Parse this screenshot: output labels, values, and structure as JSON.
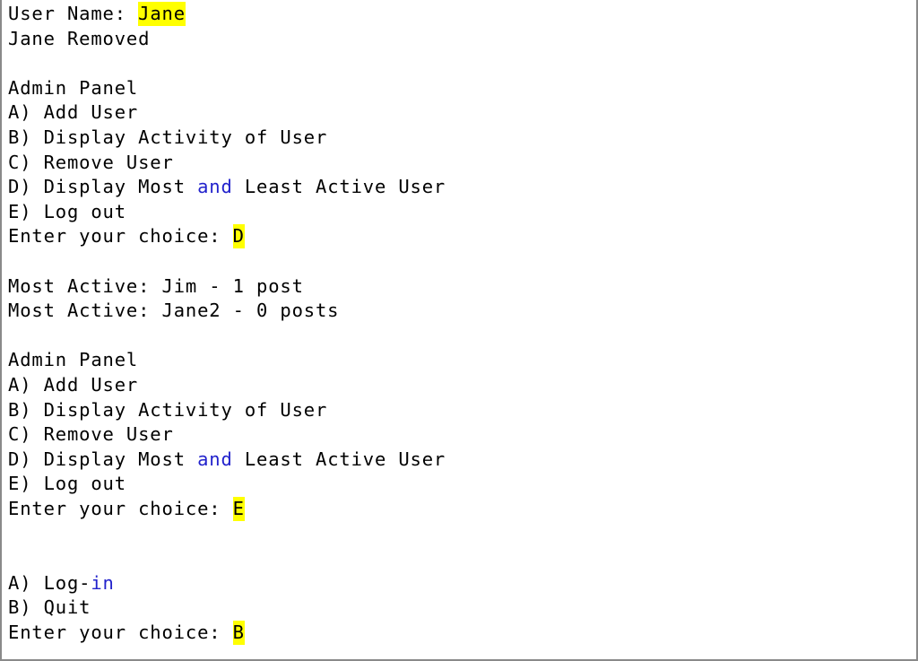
{
  "app": {
    "type": "console-output",
    "colors": {
      "background": "#ffffff",
      "text": "#000000",
      "keyword_blue": "#2222cc",
      "highlight_yellow": "#ffff00",
      "border_gray": "#8a8a8a"
    }
  },
  "console": {
    "lines": [
      {
        "id": "line-username-prompt",
        "name": "username-prompt-line",
        "segments": [
          {
            "kind": "plain",
            "text": "User Name: "
          },
          {
            "kind": "highlight",
            "text": "Jane"
          }
        ]
      },
      {
        "id": "line-jane-removed",
        "name": "removal-confirmation-line",
        "segments": [
          {
            "kind": "plain",
            "text": "Jane Removed"
          }
        ]
      },
      {
        "id": "line-blank-1",
        "name": "blank-line",
        "segments": [
          {
            "kind": "plain",
            "text": ""
          }
        ]
      },
      {
        "id": "line-admin-panel-1",
        "name": "admin-panel-heading-1",
        "segments": [
          {
            "kind": "plain",
            "text": "Admin Panel"
          }
        ]
      },
      {
        "id": "line-menu1-a",
        "name": "menu-option-a-add-user-1",
        "segments": [
          {
            "kind": "plain",
            "text": "A) Add User"
          }
        ]
      },
      {
        "id": "line-menu1-b",
        "name": "menu-option-b-display-activity-1",
        "segments": [
          {
            "kind": "plain",
            "text": "B) Display Activity of User"
          }
        ]
      },
      {
        "id": "line-menu1-c",
        "name": "menu-option-c-remove-user-1",
        "segments": [
          {
            "kind": "plain",
            "text": "C) Remove User"
          }
        ]
      },
      {
        "id": "line-menu1-d",
        "name": "menu-option-d-most-least-active-1",
        "segments": [
          {
            "kind": "plain",
            "text": "D) Display Most "
          },
          {
            "kind": "keyword",
            "text": "and"
          },
          {
            "kind": "plain",
            "text": " Least Active User"
          }
        ]
      },
      {
        "id": "line-menu1-e",
        "name": "menu-option-e-log-out-1",
        "segments": [
          {
            "kind": "plain",
            "text": "E) Log out"
          }
        ]
      },
      {
        "id": "line-choice-1",
        "name": "choice-prompt-1",
        "segments": [
          {
            "kind": "plain",
            "text": "Enter your choice: "
          },
          {
            "kind": "highlight",
            "text": "D"
          }
        ]
      },
      {
        "id": "line-blank-2",
        "name": "blank-line",
        "segments": [
          {
            "kind": "plain",
            "text": ""
          }
        ]
      },
      {
        "id": "line-most-active-jim",
        "name": "most-active-result-jim",
        "segments": [
          {
            "kind": "plain",
            "text": "Most Active: Jim - 1 post"
          }
        ]
      },
      {
        "id": "line-most-active-jane2",
        "name": "most-active-result-jane2",
        "segments": [
          {
            "kind": "plain",
            "text": "Most Active: Jane2 - 0 posts"
          }
        ]
      },
      {
        "id": "line-blank-3",
        "name": "blank-line",
        "segments": [
          {
            "kind": "plain",
            "text": ""
          }
        ]
      },
      {
        "id": "line-admin-panel-2",
        "name": "admin-panel-heading-2",
        "segments": [
          {
            "kind": "plain",
            "text": "Admin Panel"
          }
        ]
      },
      {
        "id": "line-menu2-a",
        "name": "menu-option-a-add-user-2",
        "segments": [
          {
            "kind": "plain",
            "text": "A) Add User"
          }
        ]
      },
      {
        "id": "line-menu2-b",
        "name": "menu-option-b-display-activity-2",
        "segments": [
          {
            "kind": "plain",
            "text": "B) Display Activity of User"
          }
        ]
      },
      {
        "id": "line-menu2-c",
        "name": "menu-option-c-remove-user-2",
        "segments": [
          {
            "kind": "plain",
            "text": "C) Remove User"
          }
        ]
      },
      {
        "id": "line-menu2-d",
        "name": "menu-option-d-most-least-active-2",
        "segments": [
          {
            "kind": "plain",
            "text": "D) Display Most "
          },
          {
            "kind": "keyword",
            "text": "and"
          },
          {
            "kind": "plain",
            "text": " Least Active User"
          }
        ]
      },
      {
        "id": "line-menu2-e",
        "name": "menu-option-e-log-out-2",
        "segments": [
          {
            "kind": "plain",
            "text": "E) Log out"
          }
        ]
      },
      {
        "id": "line-choice-2",
        "name": "choice-prompt-2",
        "segments": [
          {
            "kind": "plain",
            "text": "Enter your choice: "
          },
          {
            "kind": "highlight",
            "text": "E"
          }
        ]
      },
      {
        "id": "line-blank-4",
        "name": "blank-line",
        "segments": [
          {
            "kind": "plain",
            "text": ""
          }
        ]
      },
      {
        "id": "line-blank-5",
        "name": "blank-line",
        "segments": [
          {
            "kind": "plain",
            "text": ""
          }
        ]
      },
      {
        "id": "line-login-a",
        "name": "login-menu-option-a-log-in",
        "segments": [
          {
            "kind": "plain",
            "text": "A) Log-"
          },
          {
            "kind": "keyword",
            "text": "in"
          }
        ]
      },
      {
        "id": "line-login-b",
        "name": "login-menu-option-b-quit",
        "segments": [
          {
            "kind": "plain",
            "text": "B) Quit"
          }
        ]
      },
      {
        "id": "line-choice-3",
        "name": "choice-prompt-3",
        "segments": [
          {
            "kind": "plain",
            "text": "Enter your choice: "
          },
          {
            "kind": "highlight",
            "text": "B"
          }
        ]
      }
    ]
  }
}
